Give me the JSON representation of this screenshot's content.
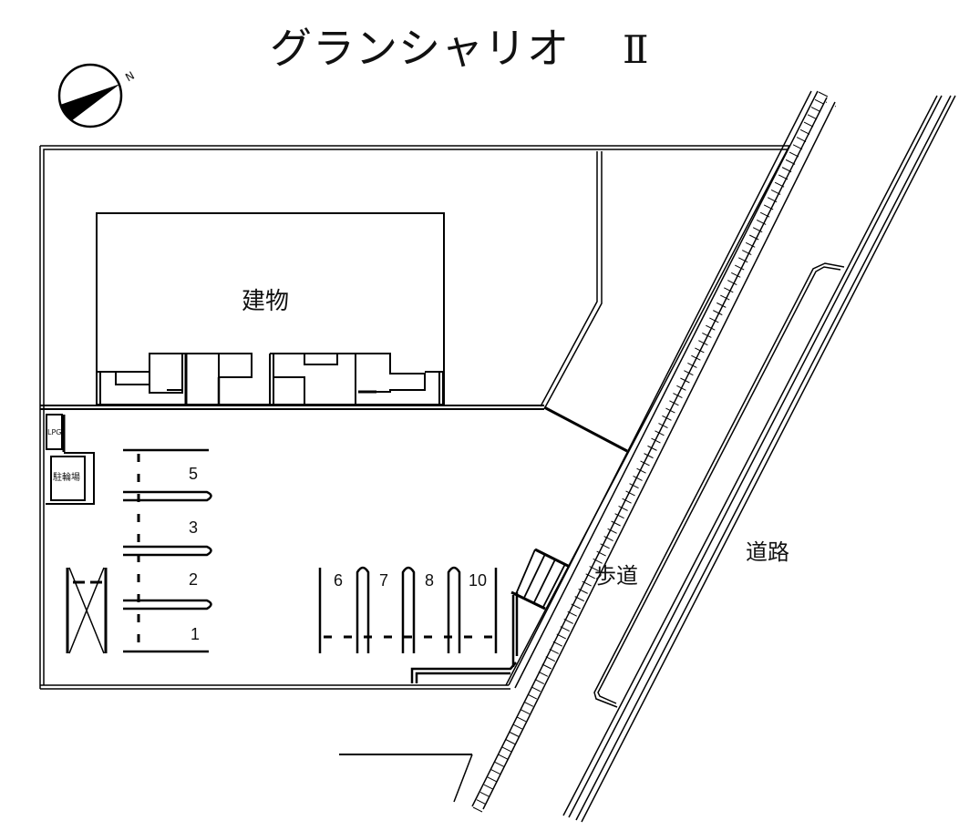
{
  "title": {
    "name": "グランシャリオ",
    "numeral": "Ⅱ"
  },
  "compass": {
    "icon": "north-arrow-icon",
    "label": "N"
  },
  "areas": {
    "building": "建物",
    "sidewalk": "歩道",
    "road": "道路",
    "lpg": "LPG",
    "bicycle_parking": "駐輪場"
  },
  "parking": {
    "left_column": [
      {
        "label": "5"
      },
      {
        "label": "3"
      },
      {
        "label": "2"
      },
      {
        "label": "1"
      }
    ],
    "bottom_row": [
      {
        "label": "6"
      },
      {
        "label": "7"
      },
      {
        "label": "8"
      },
      {
        "label": "10"
      }
    ]
  },
  "colors": {
    "line": "#000000",
    "background": "#ffffff"
  }
}
